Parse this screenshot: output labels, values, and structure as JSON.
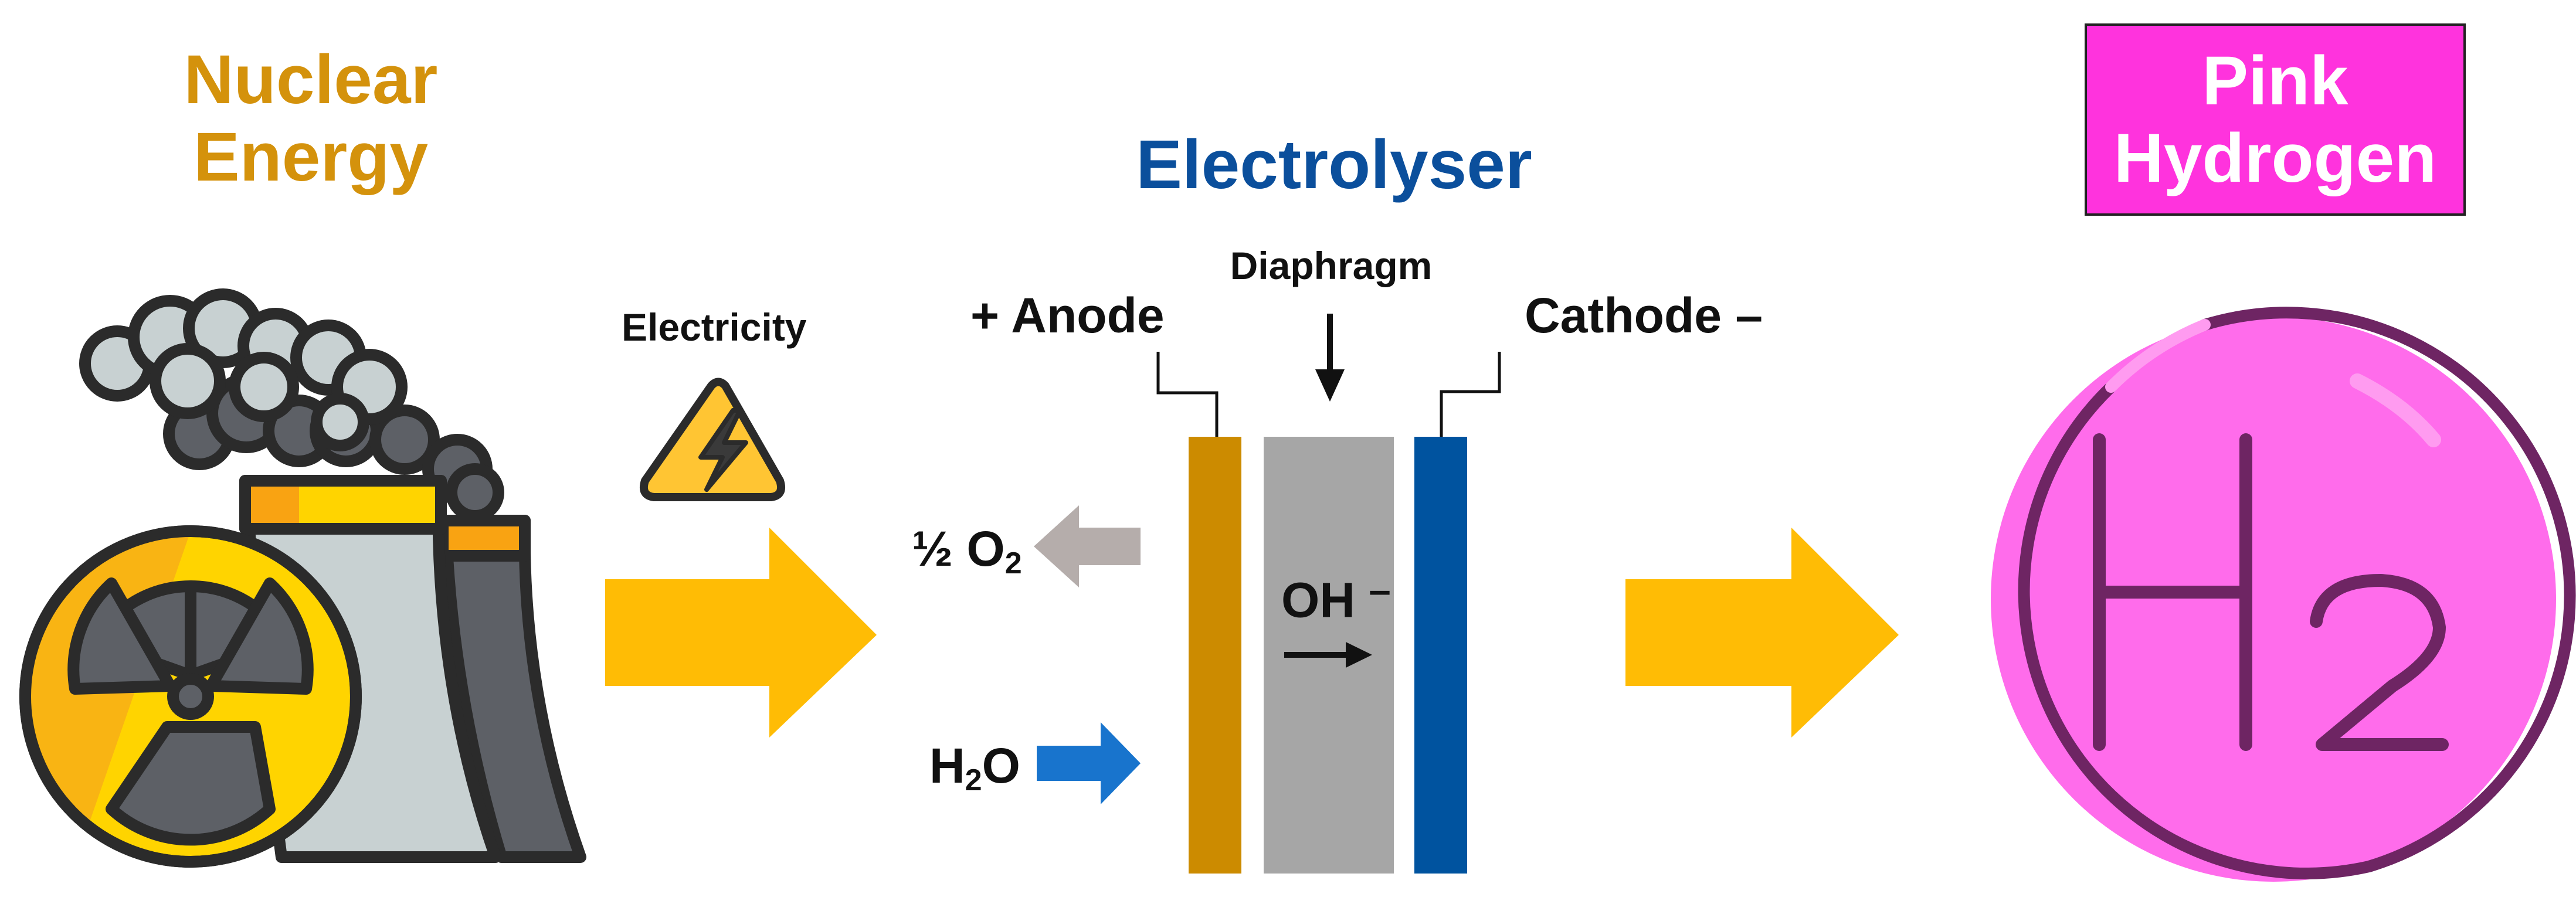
{
  "colors": {
    "nuclear": "#D4920C",
    "electrolyser": "#0B4F9C",
    "pink_box": "#FF33DD",
    "pink_text": "#FFFFFF",
    "yellow_arrow": "#FFBC05",
    "anode": "#CC8B00",
    "cathode": "#00539F",
    "diaphragm": "#A6A6A6",
    "oxygen_arrow": "#B5ADAB",
    "water_arrow": "#1874CD",
    "h2_circle": "#FF6CEB",
    "h2_outline": "#6E2563"
  },
  "nuclear": {
    "line1": "Nuclear",
    "line2": "Energy",
    "icon": "nuclear-power-plant-icon"
  },
  "electrolyser": {
    "title": "Electrolyser",
    "anode_sign": "+",
    "anode_label": "Anode",
    "diaphragm_label": "Diaphragm",
    "cathode_label": "Cathode",
    "cathode_sign": "–",
    "oxygen": {
      "fraction": "½",
      "element": "O",
      "subscript": "2"
    },
    "water": {
      "element1": "H",
      "subscript": "2",
      "element2": "O"
    },
    "hydroxide": {
      "formula": "OH",
      "charge": "–"
    }
  },
  "electricity": {
    "label": "Electricity",
    "icon": "high-voltage-warning-icon"
  },
  "hydrogen": {
    "line1": "Pink",
    "line2": "Hydrogen",
    "symbol": "H",
    "subscript": "2",
    "icon": "hydrogen-molecule-icon"
  }
}
